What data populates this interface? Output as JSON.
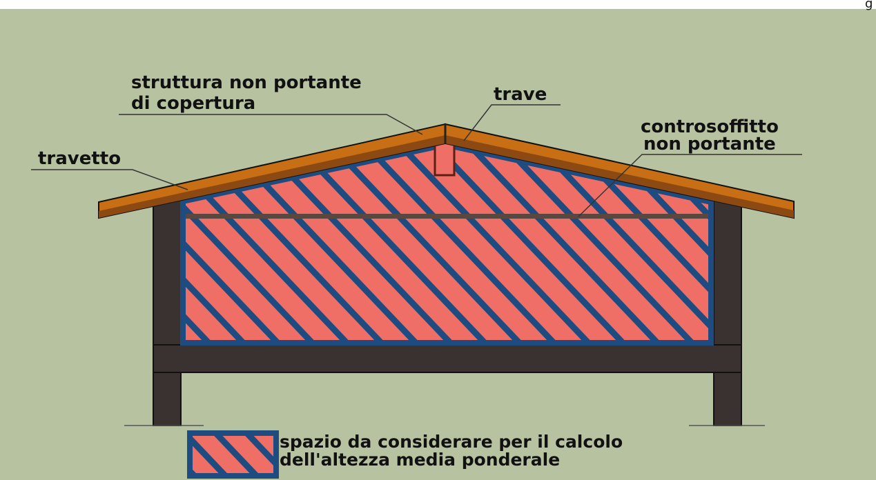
{
  "labels": {
    "struttura_line1": "struttura non portante",
    "struttura_line2": "di copertura",
    "trave": "trave",
    "controsoffitto_line1": "controsoffitto",
    "controsoffitto_line2": "non portante",
    "travetto": "travetto"
  },
  "legend": {
    "line1": "spazio da considerare per il calcolo",
    "line2": "dell'altezza media ponderale"
  },
  "corner_text": "g",
  "colors": {
    "background": "#b7c2a1",
    "fill": "#ef6f66",
    "hatch": "#1e4b80",
    "structure": "#3a3230",
    "roof_top": "#c86e14",
    "roof_bottom": "#8c4a12"
  }
}
